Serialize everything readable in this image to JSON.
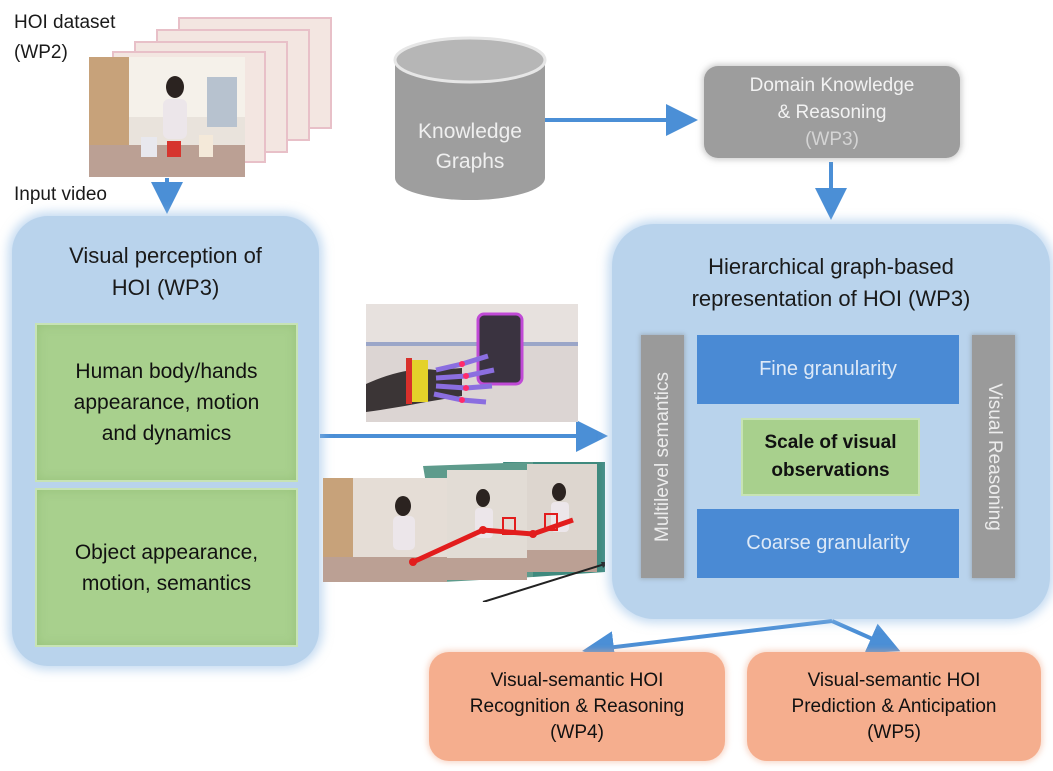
{
  "dataset": {
    "line1": "HOI dataset",
    "line2": "(WP2)",
    "input_label": "Input video"
  },
  "knowledge_graphs": {
    "line1": "Knowledge",
    "line2": "Graphs"
  },
  "domain_knowledge": {
    "line1": "Domain Knowledge",
    "line2": "& Reasoning",
    "line3": "(WP3)"
  },
  "visual_perception": {
    "title_line1": "Visual perception of",
    "title_line2": "HOI (WP3)",
    "box1": {
      "line1": "Human body/hands",
      "line2": "appearance, motion",
      "line3": "and dynamics"
    },
    "box2": {
      "line1": "Object appearance,",
      "line2": "motion, semantics"
    }
  },
  "hierarchical": {
    "title_line1": "Hierarchical graph-based",
    "title_line2": "representation of HOI (WP3)",
    "fine": "Fine granularity",
    "coarse": "Coarse granularity",
    "scale_line1": "Scale of visual",
    "scale_line2": "observations",
    "left_vertical": "Multilevel semantics",
    "right_vertical": "Visual Reasoning"
  },
  "recognition": {
    "line1": "Visual-semantic HOI",
    "line2": "Recognition & Reasoning",
    "line3": "(WP4)"
  },
  "prediction": {
    "line1": "Visual-semantic HOI",
    "line2": "Prediction & Anticipation",
    "line3": "(WP5)"
  },
  "colors": {
    "arrow": "#4b8fd6",
    "panel_blue": "#b9d3ec",
    "band_blue": "#4a8ad4",
    "green": "#a8d08d",
    "grey": "#9d9d9d",
    "orange": "#f5ae8e"
  }
}
